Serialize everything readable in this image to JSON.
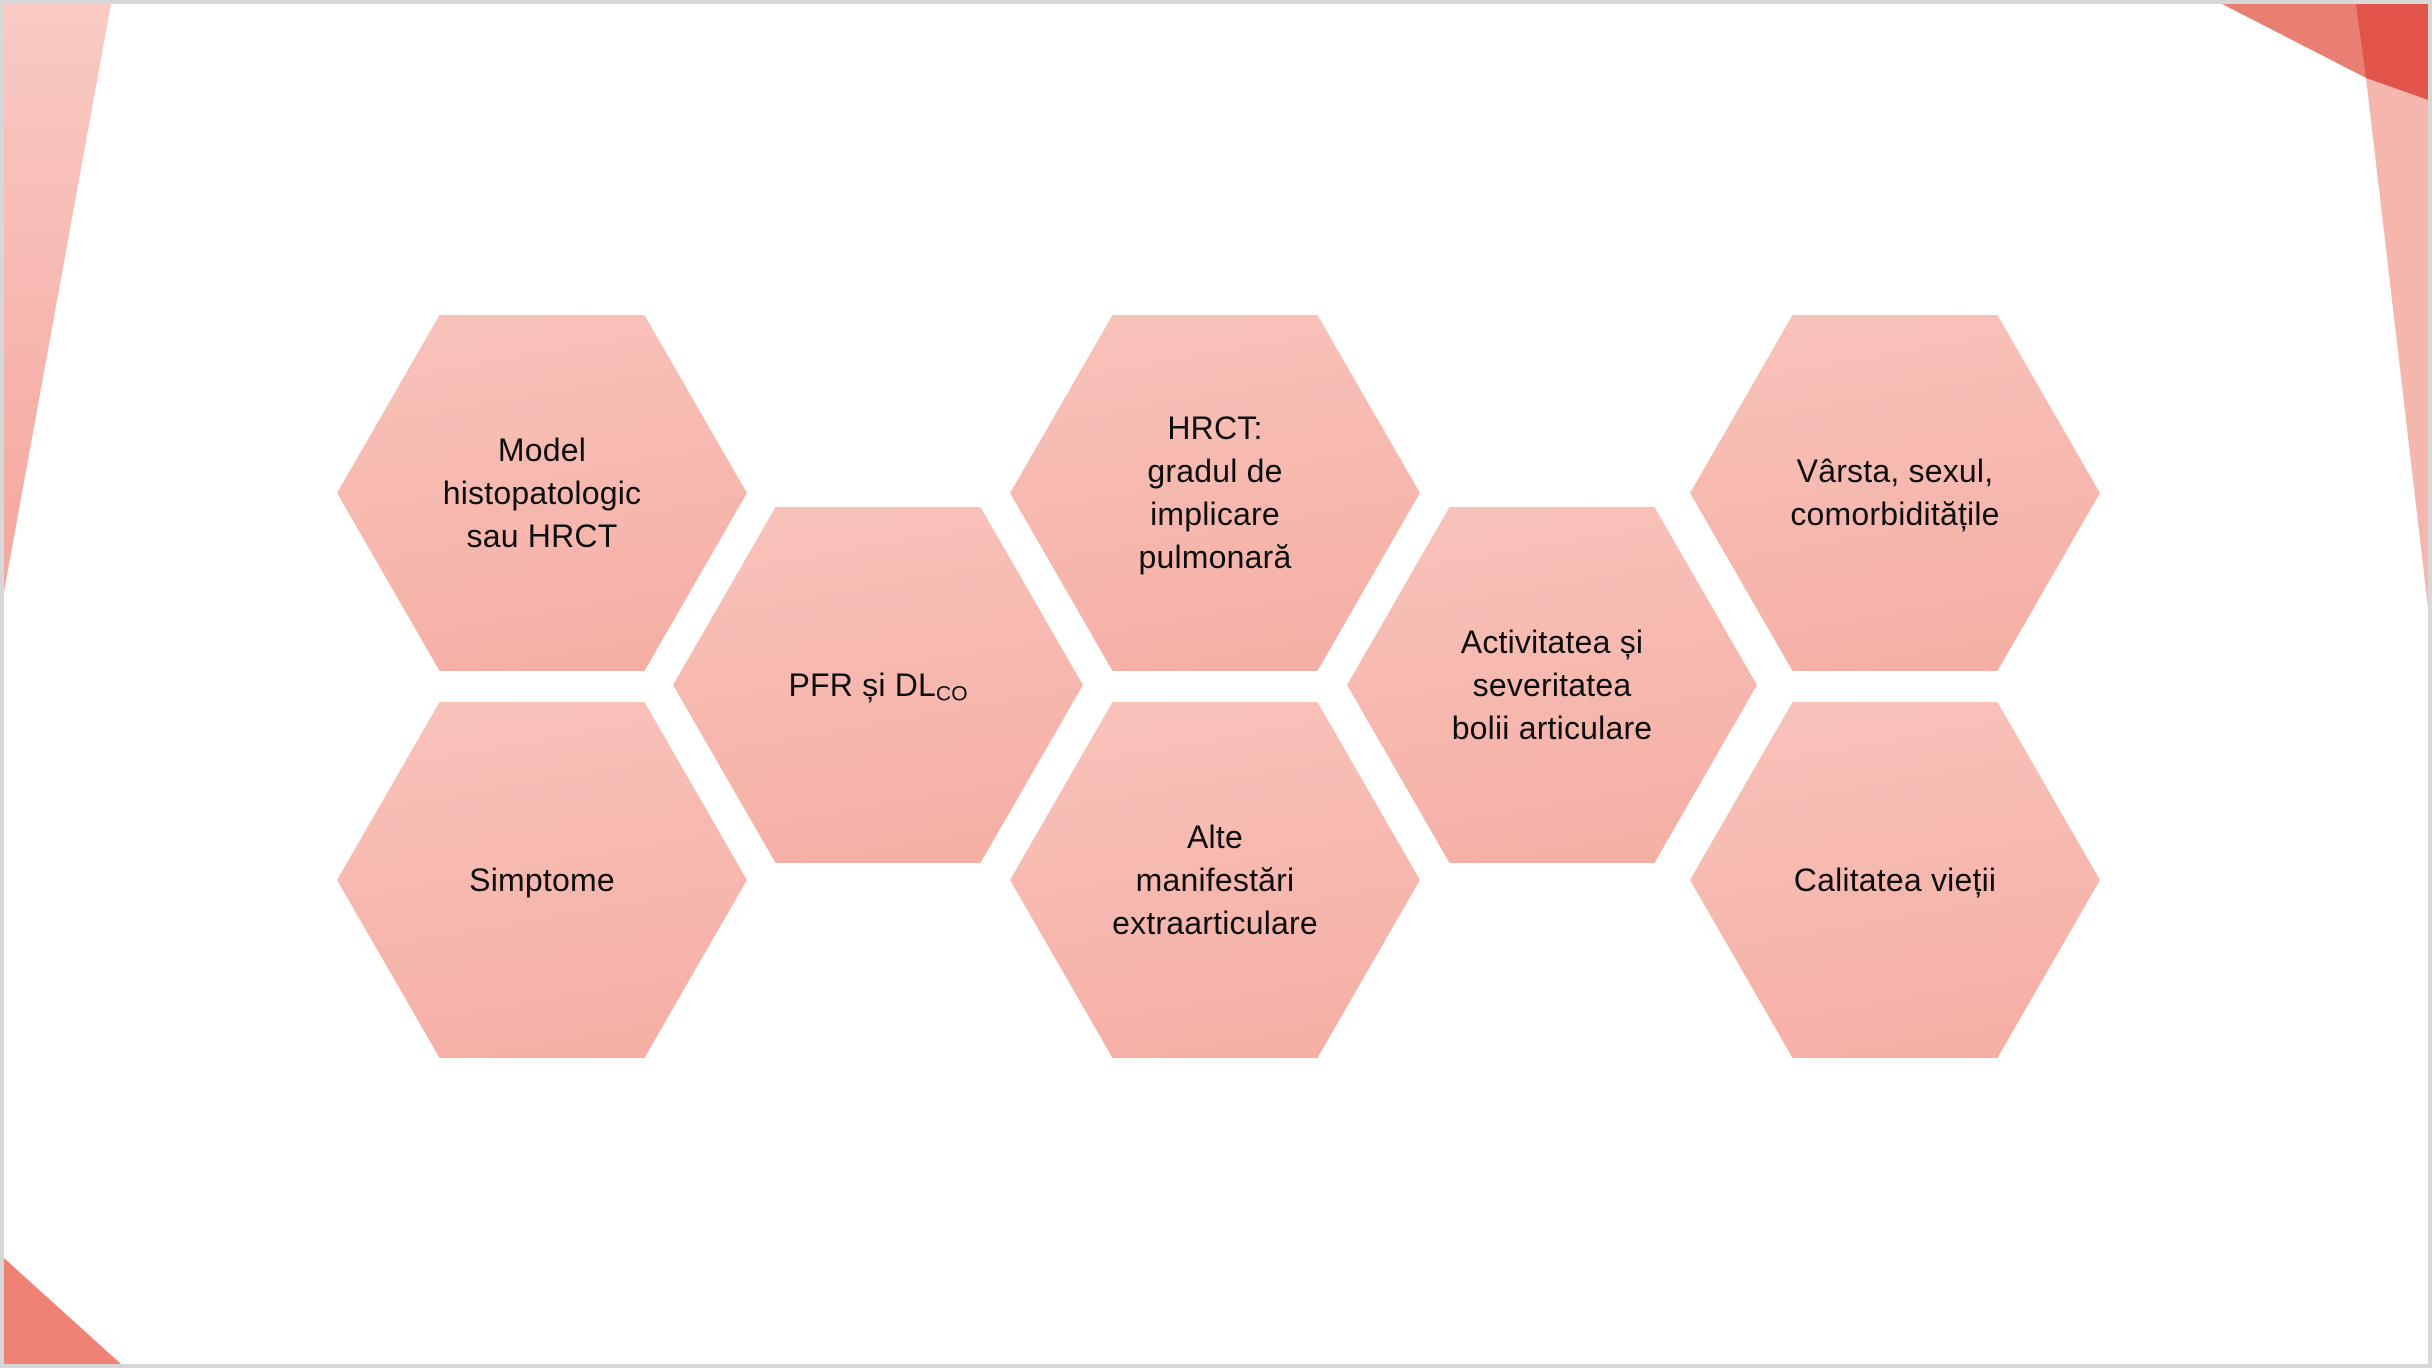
{
  "slide": {
    "background": "#ffffff",
    "frame_border_color": "#d7d7d7"
  },
  "hexagons": [
    {
      "id": "model-histopatologic",
      "text": "Model\nhistopatologic\nsau HRCT"
    },
    {
      "id": "pfr-dlco",
      "text": "PFR și DL",
      "subscript": "CO"
    },
    {
      "id": "hrct-implicare",
      "text": "HRCT:\ngradul de\nimplicare\npulmonară"
    },
    {
      "id": "activitatea-severitatea",
      "text": "Activitatea și\nseveritatea\nbolii articulare"
    },
    {
      "id": "varsta-sexul",
      "text": "Vârsta, sexul,\ncomorbiditățile"
    },
    {
      "id": "simptome",
      "text": "Simptome"
    },
    {
      "id": "alte-manifestari",
      "text": "Alte\nmanifestări\nextraarticulare"
    },
    {
      "id": "calitatea-vietii",
      "text": "Calitatea vieții"
    }
  ],
  "colors": {
    "hexagon_fill_top": "#f8c3ba",
    "hexagon_fill_bottom": "#f5aea4",
    "text": "#0d0d0d",
    "corner_top_left_light": "#f9cac3",
    "corner_top_left_deep": "#f5a79e",
    "corner_bottom_left_coral": "#ef8175",
    "corner_top_right_medium": "#e97f73",
    "corner_top_right_dark": "#e2544a",
    "corner_right_band": "#f5b6ae"
  }
}
